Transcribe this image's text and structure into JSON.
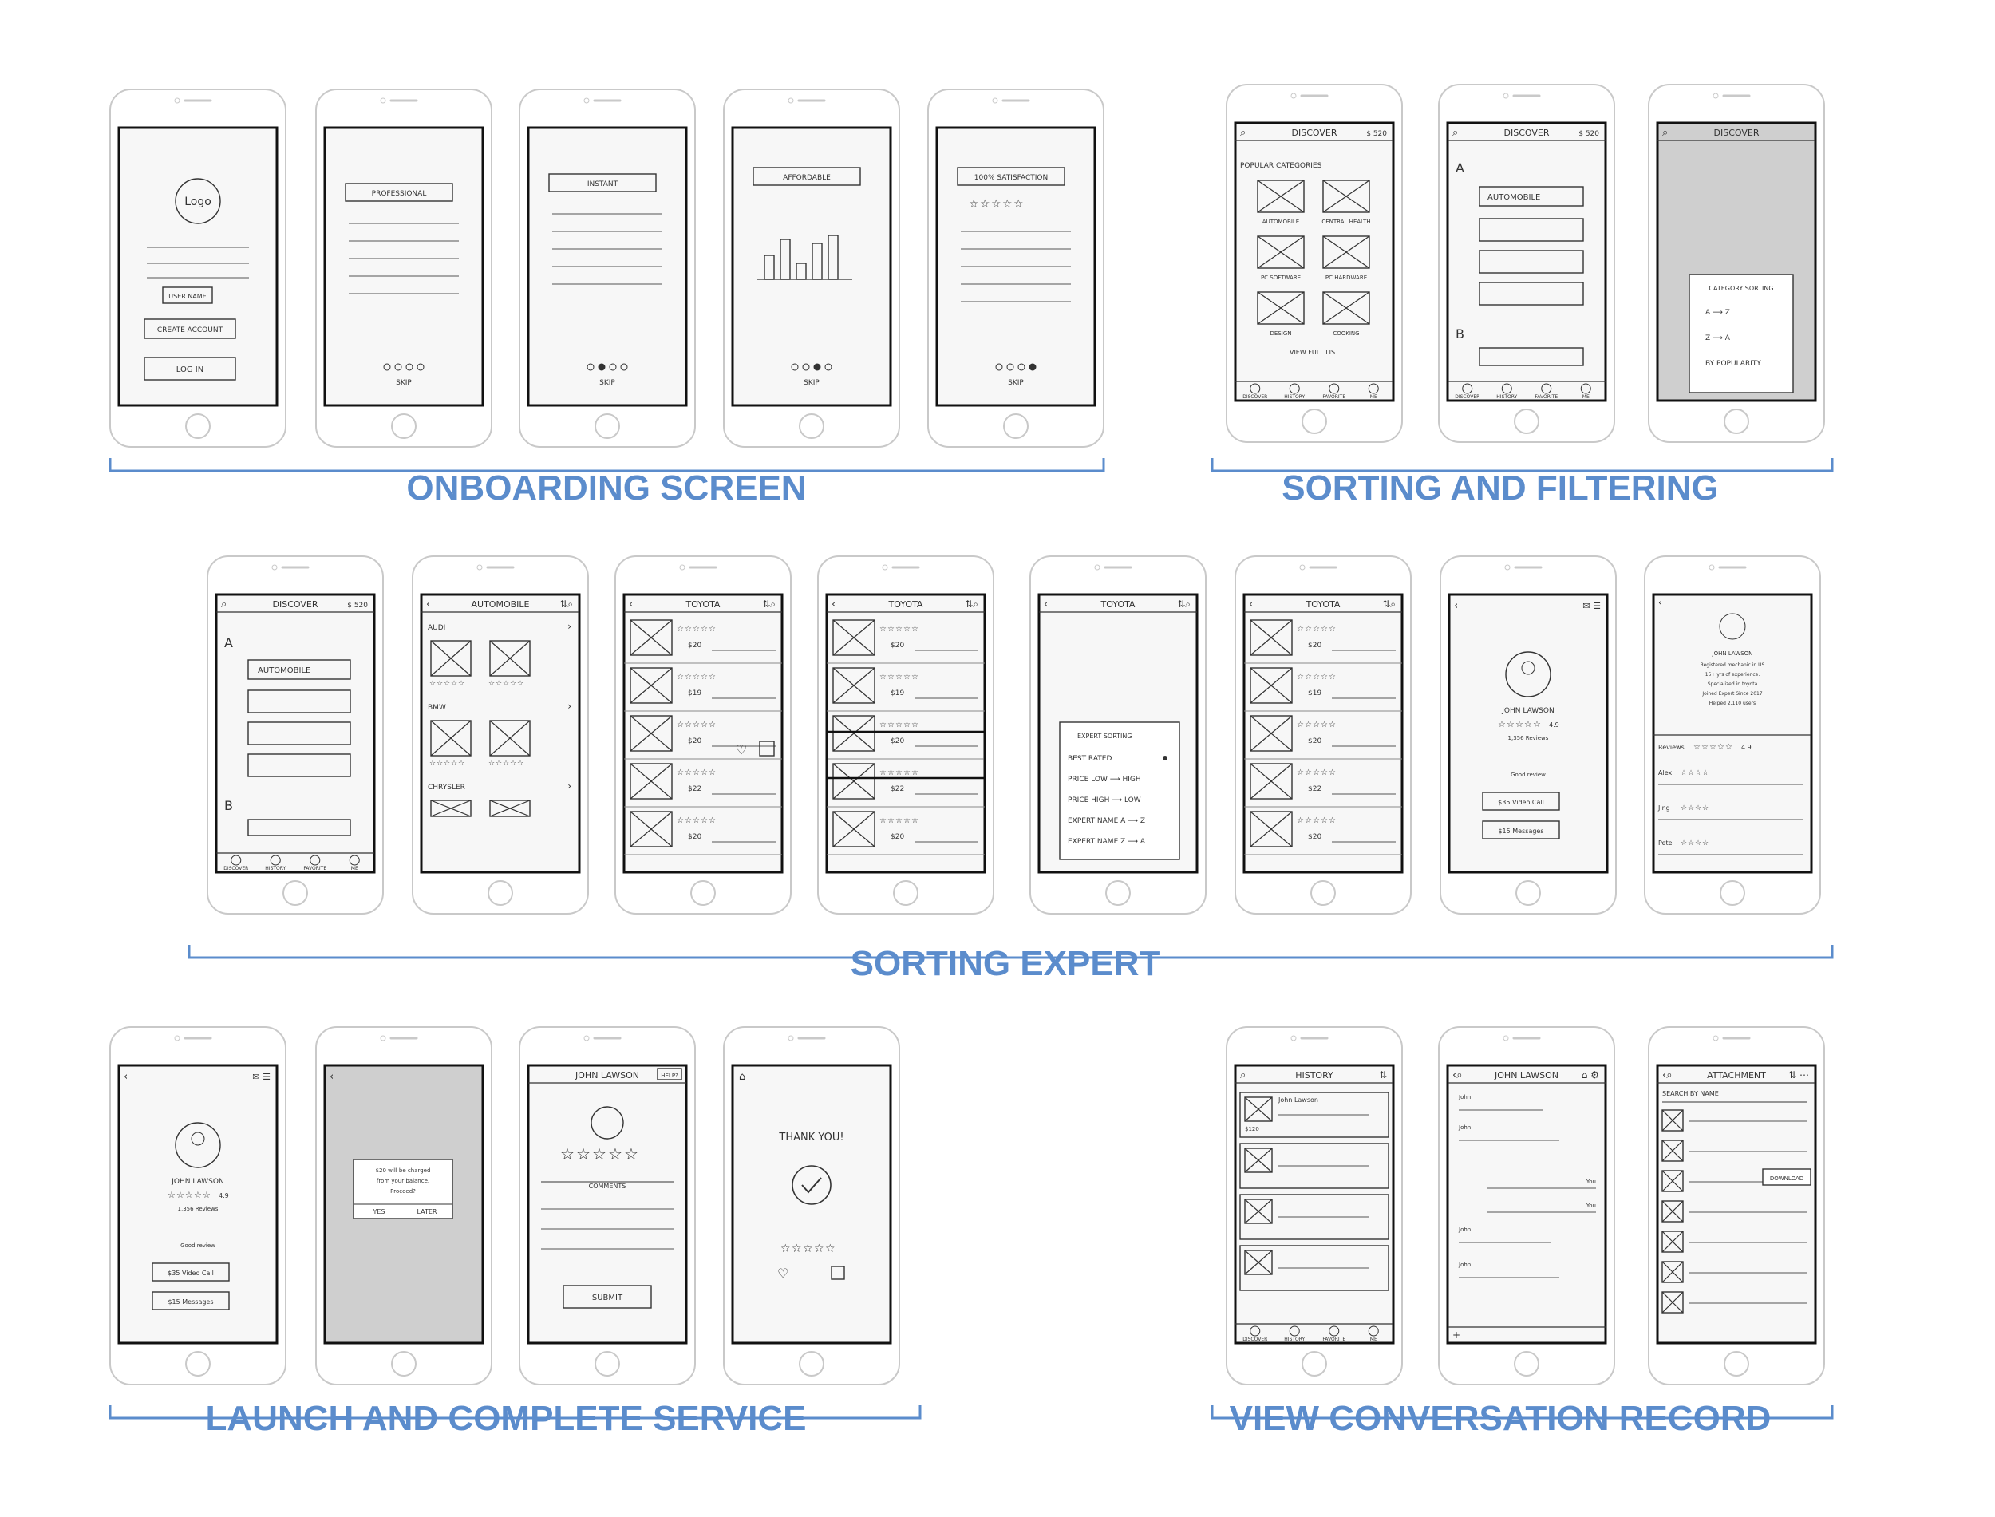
{
  "colors": {
    "accent": "#5b8ccc",
    "phone_outline": "#c9c9c9",
    "sketch": "#333333",
    "sketch_light": "#8a8a8a",
    "modal_bg": "#cfcfcf"
  },
  "sections": {
    "onboarding": "ONBOARDING SCREEN",
    "sorting_filtering": "SORTING AND FILTERING",
    "sorting_expert": "SORTING EXPERT",
    "launch_complete": "LAUNCH AND COMPLETE SERVICE",
    "conversation": "VIEW CONVERSATION RECORD"
  },
  "onboarding": {
    "logo": "Logo",
    "user_name": "USER NAME",
    "create_account": "CREATE ACCOUNT",
    "log_in": "LOG IN",
    "professional": "PROFESSIONAL",
    "instant": "INSTANT",
    "affordable": "AFFORDABLE",
    "satisfaction": "100% SATISFACTION",
    "skip": "SKIP"
  },
  "discover": {
    "title": "DISCOVER",
    "coins": "$ 520",
    "popular_categories": "POPULAR CATEGORIES",
    "categories": [
      "AUTOMOBILE",
      "CENTRAL HEALTH",
      "PC SOFTWARE",
      "PC HARDWARE",
      "DESIGN",
      "COOKING"
    ],
    "view_full_list": "VIEW FULL LIST",
    "letter_a": "A",
    "letter_b": "B",
    "automobile": "AUTOMOBILE",
    "tabs": [
      "DISCOVER",
      "HISTORY",
      "FAVORITE",
      "ME"
    ],
    "sort_title": "CATEGORY SORTING",
    "sort_options": [
      "A ⟶ Z",
      "Z ⟶ A",
      "BY POPULARITY"
    ]
  },
  "expert": {
    "automobile": "AUTOMOBILE",
    "brands": [
      "AUDI",
      "BMW",
      "CHRYSLER"
    ],
    "toyota": "TOYOTA",
    "prices": [
      "$20",
      "$19",
      "$20",
      "$22"
    ],
    "expert_sorting": "EXPERT SORTING",
    "expert_sort_options": [
      "BEST RATED",
      "PRICE LOW ⟶ HIGH",
      "PRICE HIGH ⟶ LOW",
      "EXPERT NAME A ⟶ Z",
      "EXPERT NAME Z ⟶ A"
    ],
    "name": "JOHN LAWSON",
    "rating": "4.9",
    "reviews_count": "1,356 Reviews",
    "good_review": "Good review",
    "video_call": "$35 Video Call",
    "messages": "$15 Messages",
    "bio": [
      "Registered mechanic in US",
      "15+ yrs of experience.",
      "Specialized in toyota",
      "Joined Expert Since 2017",
      "Helped 2,110 users"
    ],
    "reviews_label": "Reviews",
    "reviewers": [
      "Alex",
      "Jing",
      "Pete"
    ]
  },
  "service": {
    "dialog_text": [
      "$20 will be charged",
      "from your balance.",
      "Proceed?"
    ],
    "yes": "YES",
    "later": "LATER",
    "name": "JOHN LAWSON",
    "help": "HELP?",
    "comments": "COMMENTS",
    "submit": "SUBMIT",
    "thank_you": "THANK YOU!"
  },
  "conversation": {
    "history": "HISTORY",
    "john": "John Lawson",
    "price": "$120",
    "name": "JOHN LAWSON",
    "you": "You",
    "john_short": "John",
    "attachment": "ATTACHMENT",
    "search_by_name": "SEARCH BY NAME",
    "download": "DOWNLOAD"
  }
}
